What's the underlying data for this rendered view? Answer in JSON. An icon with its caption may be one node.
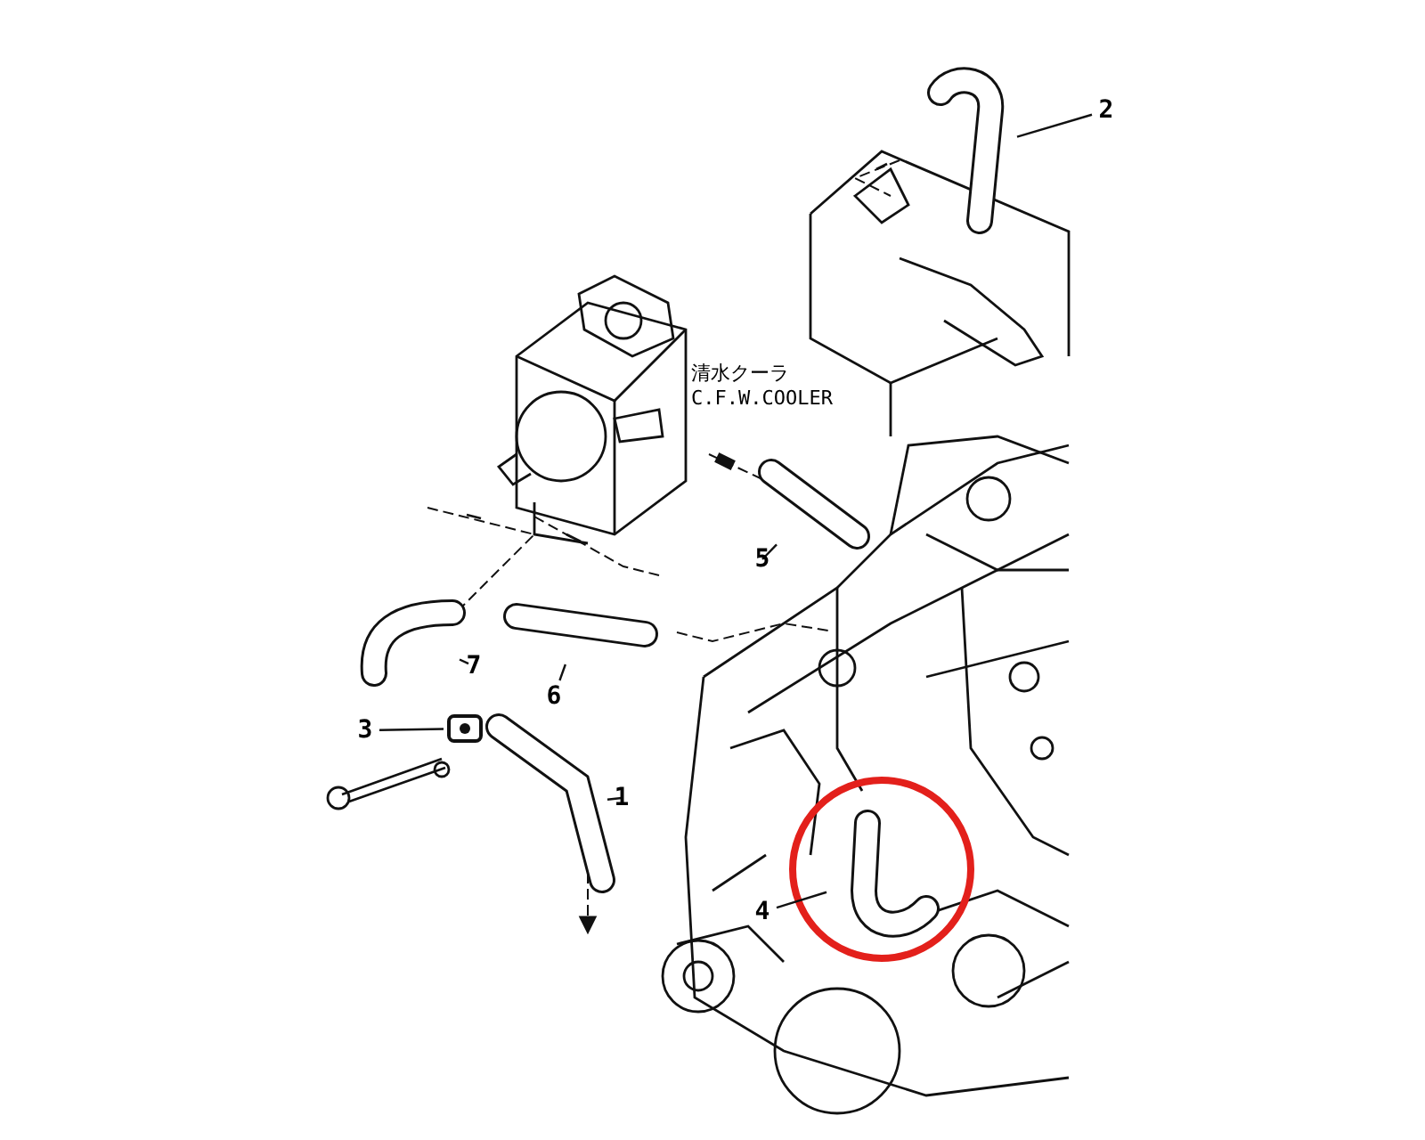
{
  "diagram": {
    "nodes": [
      {
        "text": [
          "2"
        ]
      },
      {
        "text": [],
        "shape": "picture"
      },
      {
        "text": [
          "5"
        ]
      },
      {
        "text": [],
        "shape": "picture"
      },
      {
        "text": [
          "7"
        ]
      },
      {
        "text": [],
        "shape": "picture"
      },
      {
        "text": [
          "6"
        ]
      },
      {
        "text": [],
        "shape": "picture"
      },
      {
        "text": [
          "3"
        ]
      },
      {
        "text": [],
        "shape": "picture"
      },
      {
        "text": [
          "1"
        ]
      },
      {
        "text": [],
        "shape": "picture"
      },
      {
        "text": [
          "4"
        ]
      },
      {
        "text": [],
        "shape": "picture"
      }
    ],
    "edges": [
      {
        "from": 0,
        "to": 1,
        "arrow": "none"
      },
      {
        "from": 2,
        "to": 3,
        "arrow": "none"
      },
      {
        "from": 4,
        "to": 5,
        "arrow": "none"
      },
      {
        "from": 6,
        "to": 7,
        "arrow": "none"
      },
      {
        "from": 8,
        "to": 9,
        "arrow": "none"
      },
      {
        "from": 10,
        "to": 11,
        "arrow": "none"
      },
      {
        "from": 12,
        "to": 13,
        "arrow": "none"
      }
    ],
    "labels": [
      "清水クーラ",
      "C.F.W.COOLER"
    ]
  }
}
